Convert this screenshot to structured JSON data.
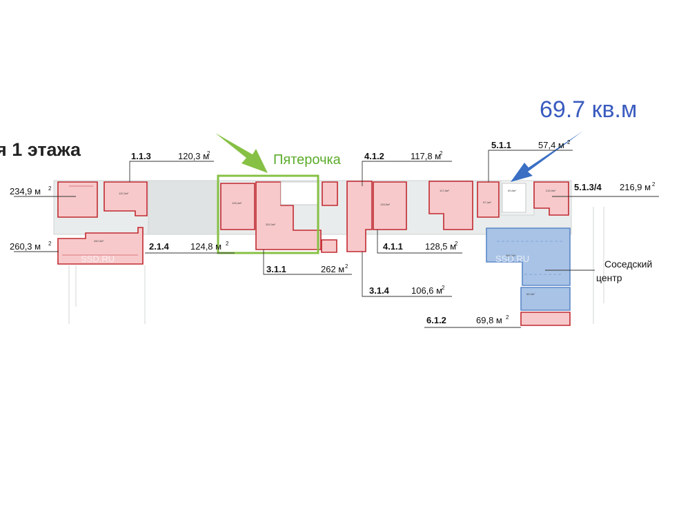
{
  "heading": "я 1 этажа",
  "anchor_label": "Пятерочка",
  "callout": "69.7 кв.м",
  "neighbor_center": [
    "Соседский",
    "центр"
  ],
  "watermark": "SSD.RU",
  "area_unit": "2",
  "units": {
    "u113": {
      "code": "1.1.3",
      "area": "120,3 м"
    },
    "u412": {
      "code": "4.1.2",
      "area": "117,8 м"
    },
    "u511": {
      "code": "5.1.1",
      "area": "57,4 м"
    },
    "u5134": {
      "code": "5.1.3/4",
      "area": "216,9 м"
    },
    "uleft1": {
      "area": "234,9 м"
    },
    "uleft2": {
      "area": "260,3 м"
    },
    "u214": {
      "code": "2.1.4",
      "area": "124,8 м"
    },
    "u311": {
      "code": "3.1.1",
      "area": "262 м"
    },
    "u411": {
      "code": "4.1.1",
      "area": "128,5 м"
    },
    "u314": {
      "code": "3.1.4",
      "area": "106,6 м"
    },
    "u612": {
      "code": "6.1.2",
      "area": "69,8 м"
    }
  },
  "colors": {
    "unit_fill": "#f7c9cb",
    "unit_stroke": "#c0282f",
    "neighbor_fill": "#a9c3e6",
    "anchor_green": "#86c044",
    "callout_blue": "#3a6fc4"
  }
}
